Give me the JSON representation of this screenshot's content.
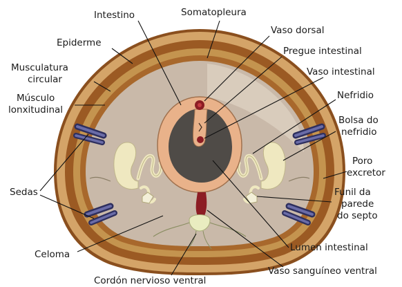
{
  "labels": {
    "intestino": "Intestino",
    "somatopleura": "Somatopleura",
    "vaso_dorsal": "Vaso dorsal",
    "epiderme": "Epiderme",
    "pregue_intestinal": "Pregue intestinal",
    "musculatura_line1": "Musculatura",
    "musculatura_line2": "circular",
    "vaso_intestinal": "Vaso intestinal",
    "musculo_line1": "Músculo",
    "musculo_line2": "lonxitudinal",
    "nefridio": "Nefridio",
    "bolsa_line1": "Bolsa do",
    "bolsa_line2": "nefridio",
    "poro_line1": "Poro",
    "poro_line2": "excretor",
    "sedas": "Sedas",
    "funil_line1": "Funil da",
    "funil_line2": "parede",
    "funil_line3": "do septo",
    "celoma": "Celoma",
    "lumen_intestinal": "Lumen intestinal",
    "vaso_sanguineo_ventral": "Vaso sanguíneo ventral",
    "cordon_nervioso_ventral": "Cordón nervioso ventral"
  },
  "colors": {
    "epidermis": "#d4a468",
    "circular_muscle": "#9b5a23",
    "longitudinal_muscle": "#c4944f",
    "coelom": "#c9b9a9",
    "coelom_light": "#dccfc0",
    "intestine_wall": "#e9b28a",
    "intestine_lumen": "#4f4b47",
    "blood_vessel": "#8c1d24",
    "nephridium": "#efe8c0",
    "setae": "#4b4d80",
    "nerve_cord": "#e9ecc0"
  }
}
